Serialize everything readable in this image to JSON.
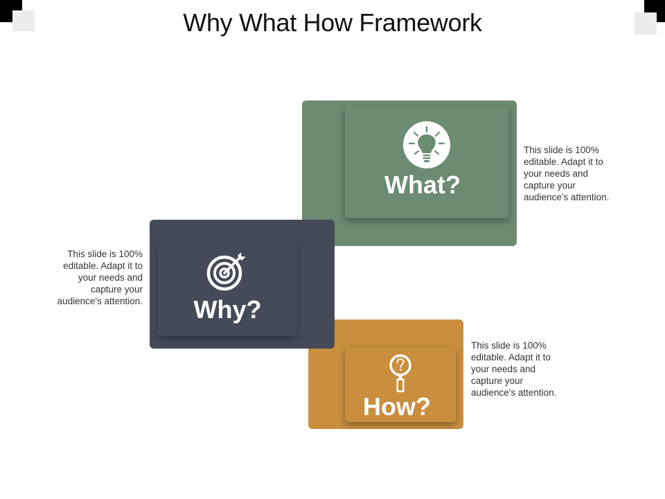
{
  "title": "Why What How Framework",
  "colors": {
    "what": "#6b8b72",
    "why": "#454a59",
    "how": "#c98e3e"
  },
  "what": {
    "label": "What?",
    "icon": "lightbulb-icon",
    "description": "This slide is 100% editable. Adapt it to your needs and capture your audience's attention."
  },
  "why": {
    "label": "Why?",
    "icon": "target-icon",
    "description": "This slide is 100% editable. Adapt it to your needs and capture your audience's attention."
  },
  "how": {
    "label": "How?",
    "icon": "magnifier-question-icon",
    "description": "This slide is 100% editable. Adapt it to your needs and capture your audience's attention."
  }
}
